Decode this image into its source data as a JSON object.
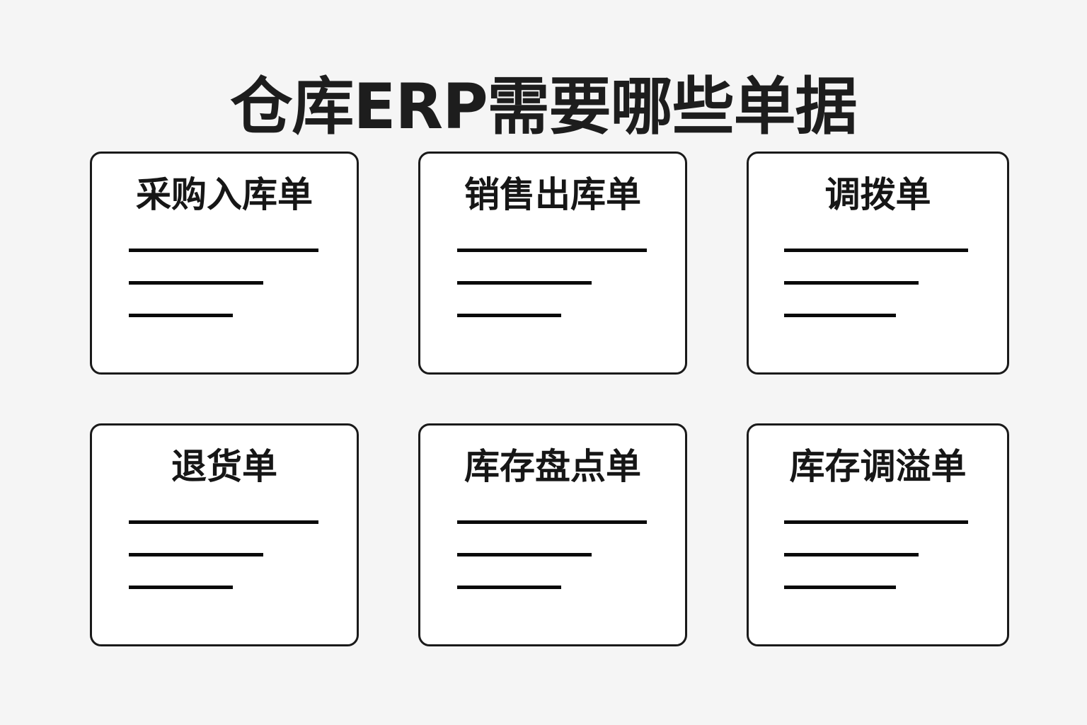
{
  "page": {
    "title": "仓库ERP需要哪些单据",
    "background_color": "#f5f5f5",
    "card_background_color": "#ffffff",
    "border_color": "#1a1a1a",
    "text_color": "#1d1d1d",
    "line_color": "#0a0a0a"
  },
  "cards": [
    {
      "title": "采购入库单",
      "lines": [
        "",
        "",
        ""
      ]
    },
    {
      "title": "销售出库单",
      "lines": [
        "",
        "",
        ""
      ]
    },
    {
      "title": "调拨单",
      "lines": [
        "",
        "",
        ""
      ]
    },
    {
      "title": "退货单",
      "lines": [
        "",
        "",
        ""
      ]
    },
    {
      "title": "库存盘点单",
      "lines": [
        "",
        "",
        ""
      ]
    },
    {
      "title": "库存调溢单",
      "lines": [
        "",
        "",
        ""
      ]
    }
  ]
}
